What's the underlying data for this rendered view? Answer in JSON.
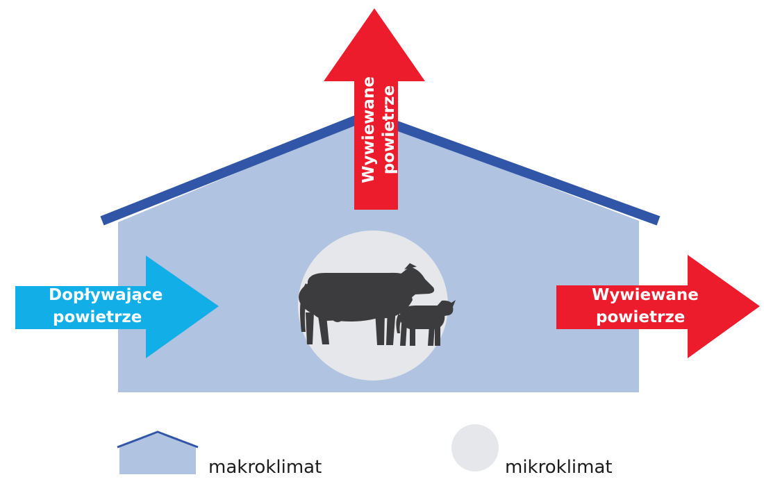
{
  "colors": {
    "barn_fill": "#b0c3e0",
    "roof_stroke": "#3156a8",
    "inflow_arrow": "#12aee8",
    "outflow_arrow": "#ec1c2c",
    "microclimate_circle": "#e6e7ea",
    "animal_silhouette": "#3c3c3e",
    "arrow_text": "#ffffff",
    "legend_text": "#1c1c1c"
  },
  "icons": {
    "cow": "cow-icon",
    "calf": "calf-icon"
  },
  "arrows": {
    "inflow": {
      "line1": "Dopływające",
      "line2": "powietrze"
    },
    "outflow_top": {
      "line1": "Wywiewane",
      "line2": "powietrze"
    },
    "outflow_right": {
      "line1": "Wywiewane",
      "line2": "powietrze"
    }
  },
  "legend": {
    "macro_label": "makroklimat",
    "micro_label": "mikroklimat"
  }
}
